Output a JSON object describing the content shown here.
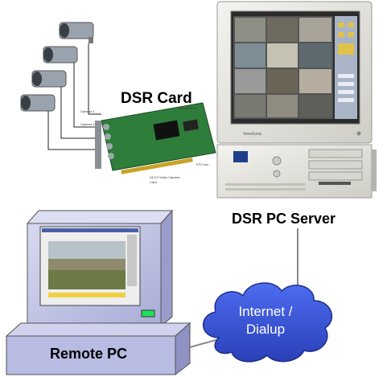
{
  "labels": {
    "dsr_card": "DSR Card",
    "server": "DSR PC Server",
    "remote": "Remote PC",
    "cloud_line1": "Internet /",
    "cloud_line2": "Dialup"
  },
  "monitor_brand": "ViewSonic",
  "colors": {
    "card_green": "#2f7d3a",
    "cloud_blue": "#3a56d8",
    "remote_body": "#c7c9e6",
    "remote_screen_frame": "#7a7ed0",
    "server_beige": "#e8e6e0"
  }
}
